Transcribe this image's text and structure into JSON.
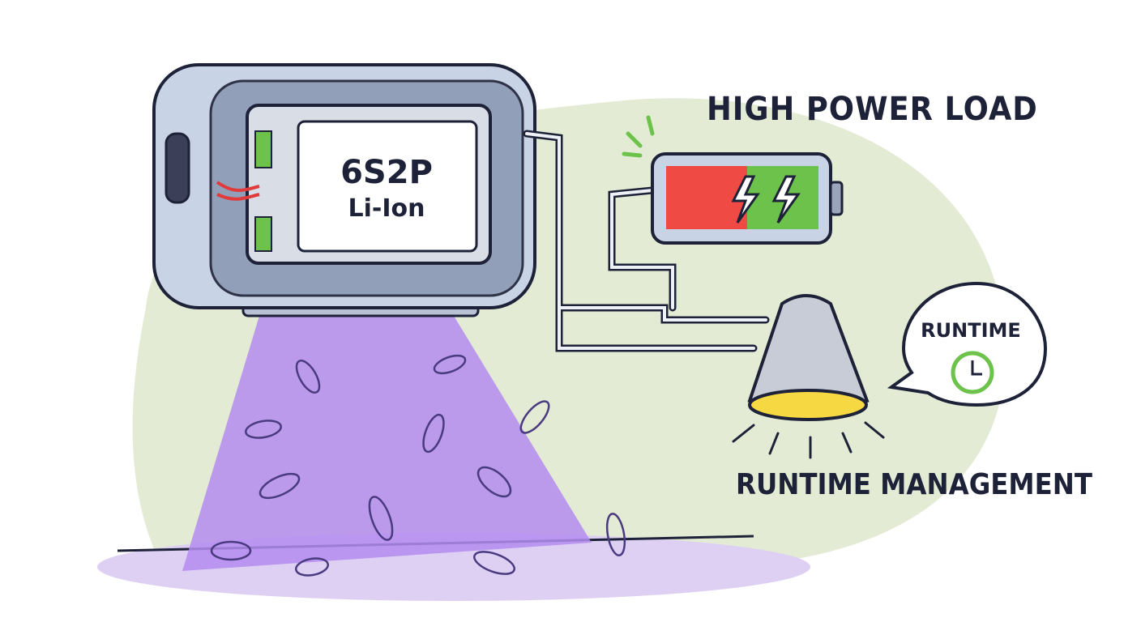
{
  "header": {
    "title": "HIGH POWER LOAD"
  },
  "battery_pack": {
    "config": "6S2P",
    "chemistry": "Li-Ion"
  },
  "speech_bubble": {
    "label": "RUNTIME",
    "icon": "clock-icon"
  },
  "footer": {
    "caption": "RUNTIME MANAGEMENT"
  },
  "charge_indicator": {
    "levels": [
      "red",
      "green"
    ],
    "icon": "lightning-icon"
  },
  "colors": {
    "uv_light": "#b48cf0",
    "background_blob": "#e3ebd5",
    "outline": "#1e2238",
    "charge_red": "#ef4a44",
    "charge_green": "#6cc24a"
  }
}
